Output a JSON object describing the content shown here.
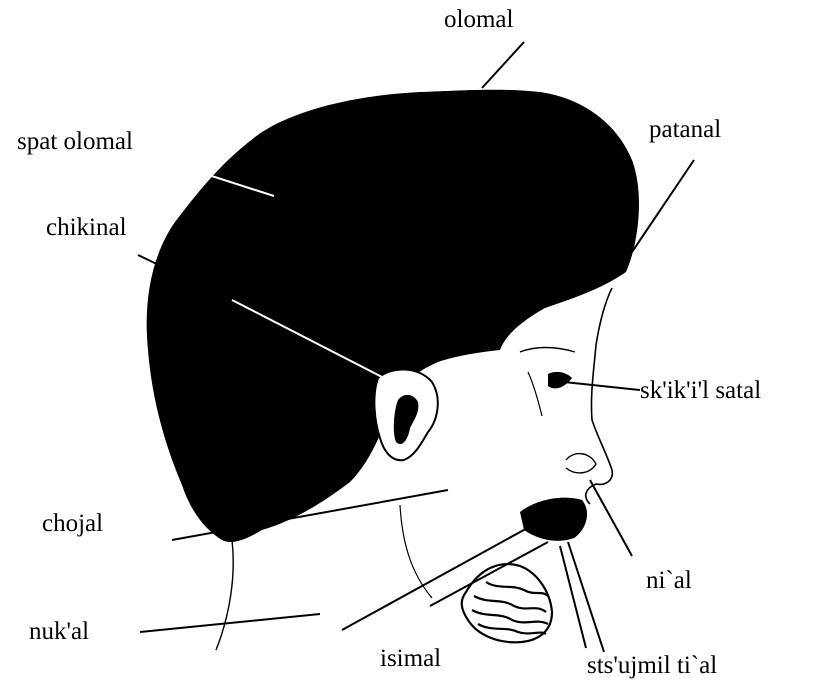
{
  "labels": {
    "olomal": "olomal",
    "spat_olomal": "spat olomal",
    "patanal": "patanal",
    "chikinal": "chikinal",
    "skik_satal": "sk'ik'i'l satal",
    "chojal": "chojal",
    "nial": "ni`al",
    "nukal": "nuk'al",
    "isimal": "isimal",
    "stsujmil": "sts'ujmil ti`al"
  },
  "colors": {
    "ink": "#000000",
    "paper": "#ffffff"
  }
}
